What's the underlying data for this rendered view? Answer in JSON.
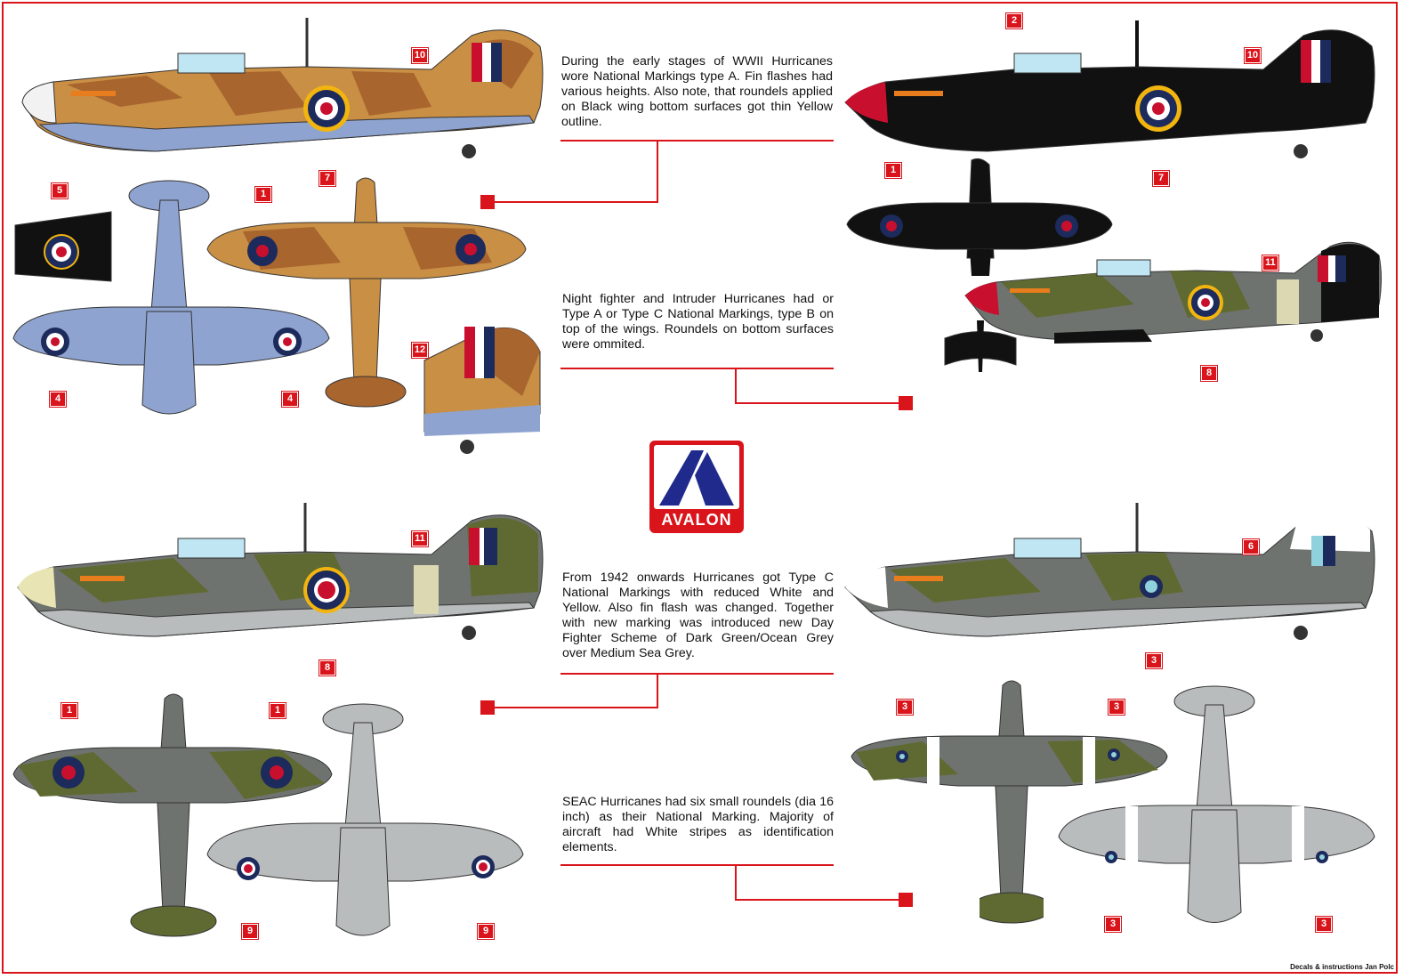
{
  "notes": {
    "note1": "During the early stages of WWII Hurricanes wore National Markings type A. Fin flashes had various heights. Also note, that roundels applied on Black wing bottom surfaces got thin Yellow outline.",
    "note2": "Night fighter and Intruder Hurricanes had or Type A or Type C National Markings, type B on top of the wings. Roundels on bottom surfaces were ommited.",
    "note3": "From 1942 onwards Hurricanes got Type C National Markings with reduced White and Yellow. Also fin flash was changed. Together with new marking was introduced new Day Fighter Scheme of Dark Green/Ocean Grey over Medium Sea Grey.",
    "note4": "SEAC Hurricanes had six small roundels (dia 16 inch) as their National Marking. Majority of aircraft had White stripes as identification elements."
  },
  "logo": {
    "text": "AVALON"
  },
  "credit": "Decals & instructions Jan Polc",
  "tags": {
    "t1": "10",
    "t2": "7",
    "t3": "5",
    "t4": "1",
    "t5": "4",
    "t6": "4",
    "t7": "12",
    "t8": "2",
    "t9": "10",
    "t10": "7",
    "t11": "1",
    "t12": "11",
    "t13": "8",
    "t14": "11",
    "t15": "8",
    "t16": "1",
    "t17": "1",
    "t18": "9",
    "t19": "9",
    "t20": "6",
    "t21": "3",
    "t22": "3",
    "t23": "3",
    "t24": "3",
    "t25": "3"
  },
  "colors": {
    "accent_red": "#d9141b",
    "desert_sand": "#c98f45",
    "desert_brown": "#a8652e",
    "azure_blue": "#8ea3cf",
    "night_black": "#111111",
    "dark_green": "#5f6a32",
    "ocean_grey": "#6f7370",
    "medium_sea_grey": "#b9bcbd",
    "roundel_blue": "#1c2a5c",
    "roundel_red": "#c8102e",
    "roundel_yellow": "#f2b50f"
  }
}
